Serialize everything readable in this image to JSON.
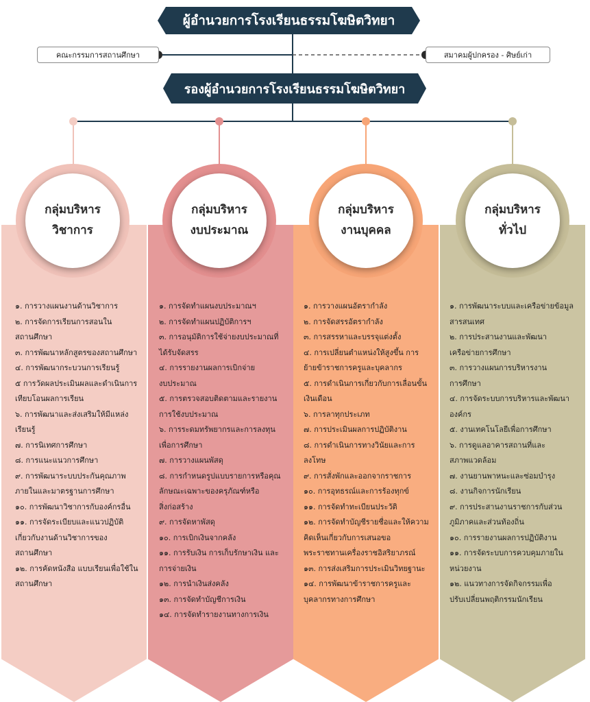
{
  "header": {
    "title": "ผู้อำนวยการโรงเรียนธรรมโฆษิตวิทยา",
    "deputy": "รองผู้อำนวยการโรงเรียนธรรมโฆษิตวิทยา",
    "left_box": "คณะกรรมการสถานศึกษา",
    "right_box": "สมาคมผู้ปกครอง - ศิษย์เก่า",
    "banner_color": "#1f3a4d"
  },
  "groups": [
    {
      "title_line1": "กลุ่มบริหาร",
      "title_line2": "วิชาการ",
      "color": "#f4cdc4",
      "ring": "#f0c2b9",
      "items": [
        "๑. การวางแผนงานด้านวิชาการ",
        "๒. การจัดการเรียนการสอนใน",
        "สถานศึกษา",
        "๓. การพัฒนาหลักสูตรของสถานศึกษา",
        "๔. การพัฒนากระบวนการเรียนรู้",
        "๕ การวัดผลประเมินผลและดำเนินการ",
        "เทียบโอนผลการเรียน",
        "๖. การพัฒนาและส่งเสริมให้มีแหล่ง",
        "เรียนรู้",
        "๗. การนิเทศการศึกษา",
        "๘. การแนะแนวการศึกษา",
        "๙. การพัฒนาระบบประกันคุณภาพ",
        "ภายในและมาตรฐานการศึกษา",
        "๑๐. การพัฒนาวิชาการกับองค์กรอื่น",
        "๑๑. การจัดระเบียบและแนวปฏิบัติ",
        "เกี่ยวกับงานด้านวิชาการของ",
        "สถานศึกษา",
        "๑๒. การคัดหนังสือ แบบเรียนเพื่อใช้ใน",
        "สถานศึกษา"
      ]
    },
    {
      "title_line1": "กลุ่มบริหาร",
      "title_line2": "งบประมาณ",
      "color": "#e59a9a",
      "ring": "#e38f8f",
      "items": [
        "๑. การจัดทำแผนงบประมาณฯ",
        "๒. การจัดทำแผนปฏิบัติการฯ",
        "๓. การอนุมัติการใช้จ่ายงบประมาณที่",
        "ได้รับจัดสรร",
        "๔. การรายงานผลการเบิกจ่าย",
        "งบประมาณ",
        "๕. การตรวจสอบติดตามและรายงาน",
        "การใช้งบประมาณ",
        "๖. การระดมทรัพยากรและการลงทุน",
        "เพื่อการศึกษา",
        "๗. การวางแผนพัสดุ",
        "๘. การกำหนดรูปแบบรายการหรือคุณ",
        "ลักษณะเฉพาะของครุภัณฑ์หรือ",
        "สิ่งก่อสร้าง",
        "๙. การจัดหาพัสดุ",
        "๑๐. การเบิกเงินจากคลัง",
        "๑๑. การรับเงิน การเก็บรักษาเงิน และ",
        "การจ่ายเงิน",
        "๑๒. การนำเงินส่งคลัง",
        "๑๓. การจัดทำบัญชีการเงิน",
        "๑๔. การจัดทำรายงานทางการเงิน"
      ]
    },
    {
      "title_line1": "กลุ่มบริหาร",
      "title_line2": "งานบุคคล",
      "color": "#f9ad80",
      "ring": "#f7a576",
      "items": [
        "๑. การวางแผนอัตรากำลัง",
        "๒. การจัดสรรอัตรากำลัง",
        "๓. การสรรหาและบรรจุแต่งตั้ง",
        "๔. การเปลี่ยนตำแหน่งให้สูงขึ้น การ",
        "ย้ายข้าราชการครูและบุคลากร",
        "๕. การดำเนินการเกี่ยวกับการเลื่อนขั้น",
        "เงินเดือน",
        "๖. การลาทุกประเภท",
        "๗. การประเมินผลการปฏิบัติงาน",
        "๘. การดำเนินการทางวินัยและการลงโทษ",
        "๙. การสั่งพักและออกจากราชการ",
        "๑๐. การอุทธรณ์และการร้องทุกข์",
        "๑๑. การจัดทำทะเบียนประวัติ",
        "๑๒. การจัดทำบัญชีรายชื่อและให้ความ",
        "คิดเห็นเกี่ยวกับการเสนอขอ",
        "พระราชทานเครื่องราชอิสริยาภรณ์",
        "๑๓. การส่งเสริมการประเมินวิทยฐานะ",
        "๑๔. การพัฒนาข้าราชการครูและ",
        "บุคลากรทางการศึกษา"
      ]
    },
    {
      "title_line1": "กลุ่มบริหาร",
      "title_line2": "ทั่วไป",
      "color": "#cbc4a2",
      "ring": "#c5bd98",
      "items": [
        "๑. การพัฒนาระบบและเครือข่ายข้อมูล",
        "สารสนเทศ",
        "๒. การประสานงานและพัฒนา",
        "เครือข่ายการศึกษา",
        "๓. การวางแผนการบริหารงาน",
        "การศึกษา",
        "๔. การจัดระบบการบริหารและพัฒนา",
        "องค์กร",
        "๕. งานเทคโนโลยีเพื่อการศึกษา",
        "๖. การดูแลอาคารสถานที่และ",
        "สภาพแวดล้อม",
        "๗. งานยานพาหนะและซ่อมบำรุง",
        "๘. งานกิจการนักเรียน",
        "๙. การประสานงานราชการกับส่วน",
        "ภูมิภาคและส่วนท้องถิ่น",
        "๑๐. การรายงานผลการปฏิบัติงาน",
        "๑๑. การจัดระบบการควบคุมภายใน",
        "หน่วยงาน",
        "๑๒. แนวทางการจัดกิจกรรมเพื่อ",
        "ปรับเปลี่ยนพฤติกรรมนักเรียน"
      ]
    }
  ]
}
